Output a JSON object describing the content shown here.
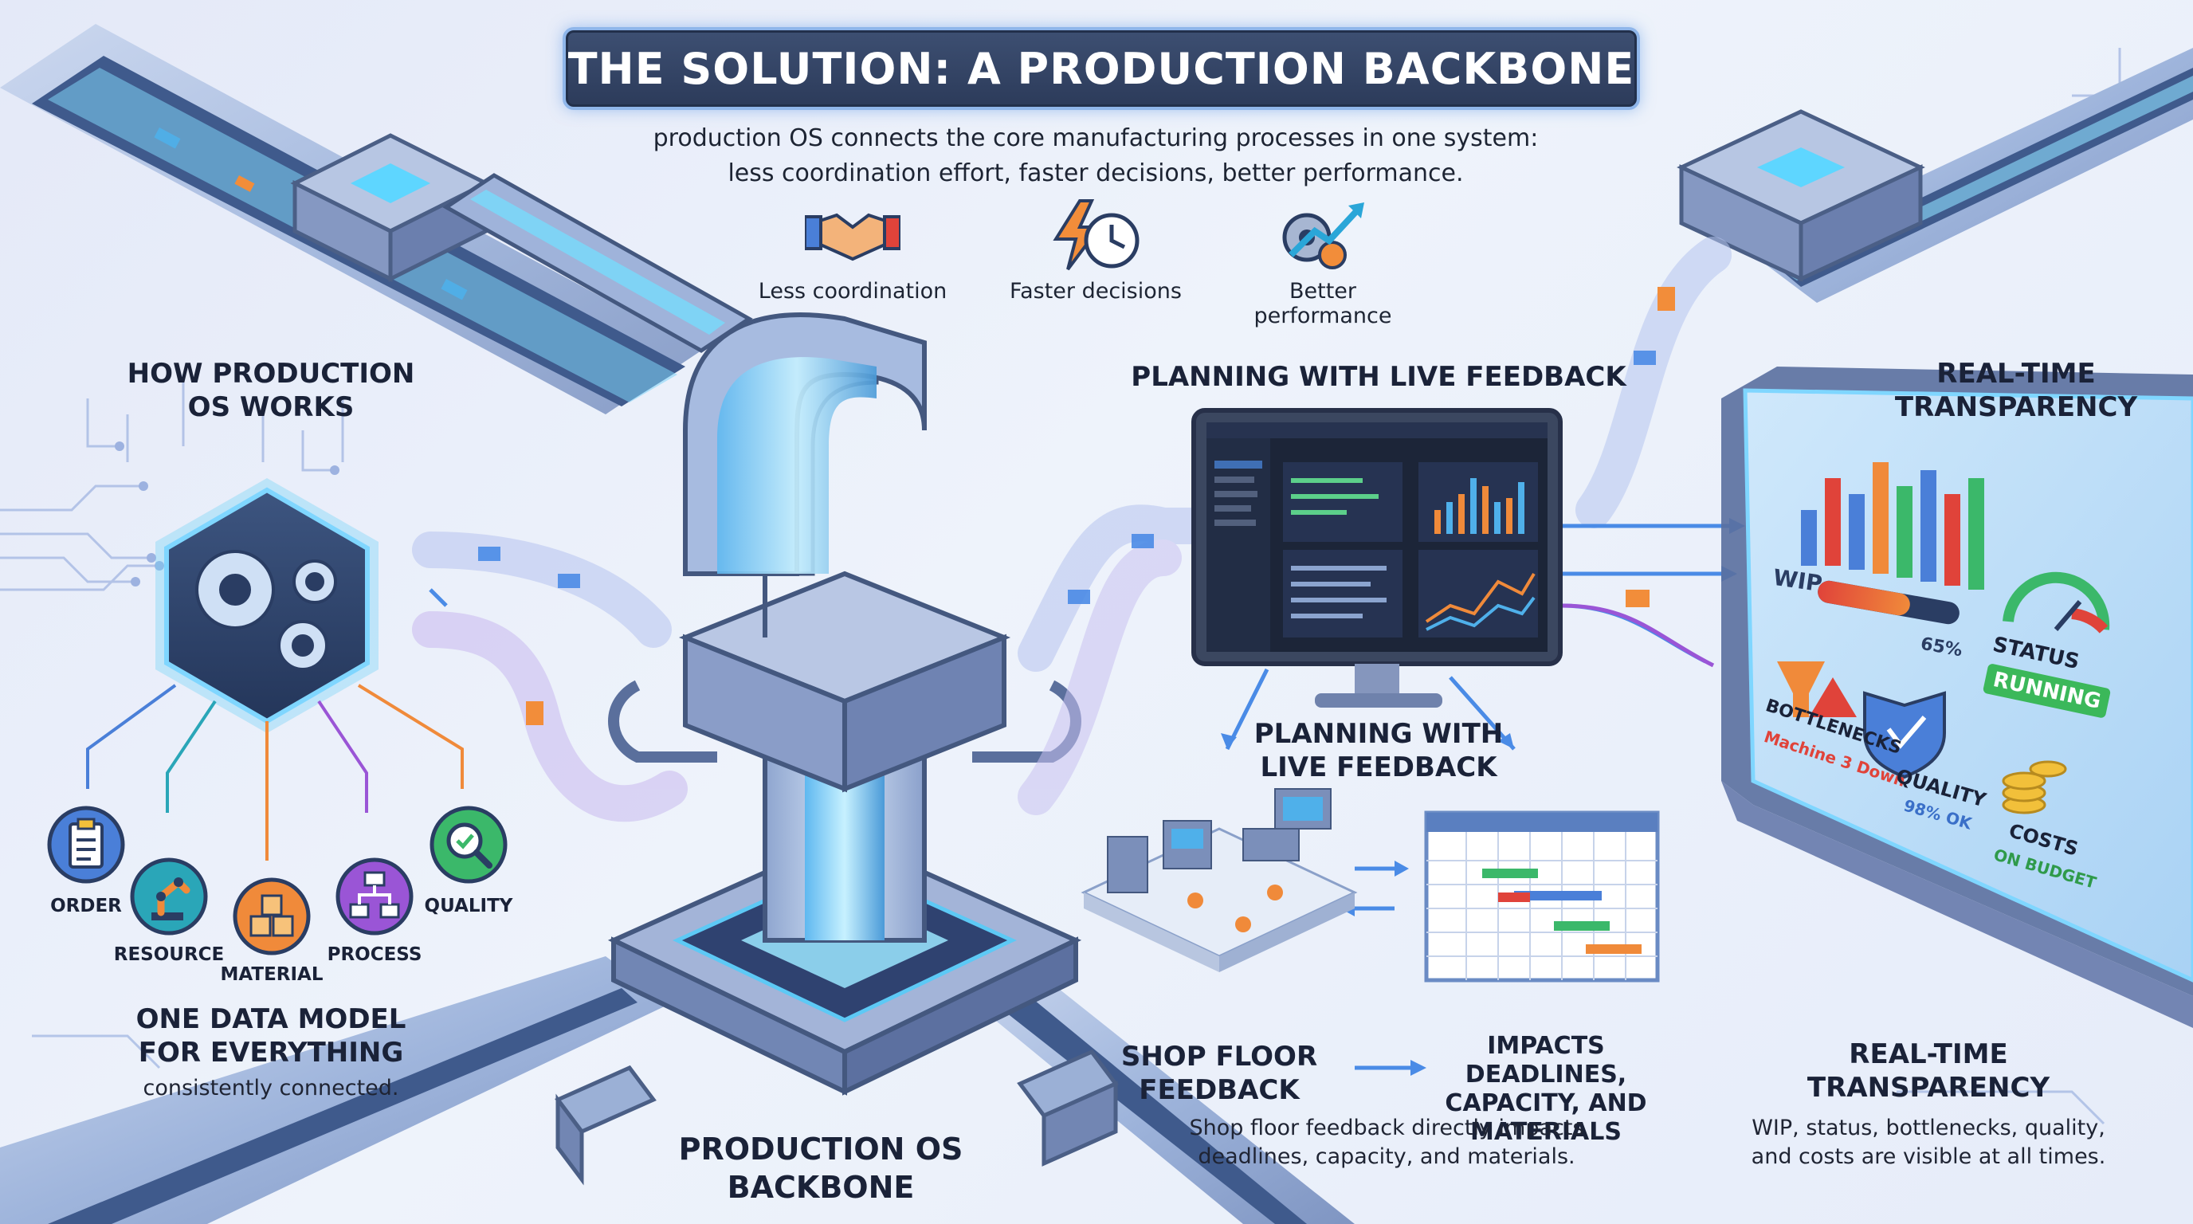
{
  "title": "THE SOLUTION: A PRODUCTION BACKBONE",
  "intro": {
    "line1": "production OS connects the core manufacturing processes in one system:",
    "line2": "less coordination effort, faster decisions, better performance."
  },
  "benefits": [
    {
      "label": "Less coordination",
      "icon": "handshake-icon"
    },
    {
      "label": "Faster decisions",
      "icon": "lightning-clock-icon"
    },
    {
      "label": "Better performance",
      "icon": "gear-growth-icon"
    }
  ],
  "how_it_works": {
    "heading_line1": "HOW PRODUCTION",
    "heading_line2": "OS WORKS",
    "nodes": [
      {
        "label": "ORDER",
        "icon": "clipboard-icon",
        "color": "#4a7fd8"
      },
      {
        "label": "RESOURCE",
        "icon": "robot-arm-icon",
        "color": "#2aa6b8"
      },
      {
        "label": "MATERIAL",
        "icon": "boxes-icon",
        "color": "#f08a3a"
      },
      {
        "label": "PROCESS",
        "icon": "flowchart-icon",
        "color": "#9a55d6"
      },
      {
        "label": "QUALITY",
        "icon": "magnifier-check-icon",
        "color": "#3bb86a"
      }
    ],
    "data_model_line1": "ONE DATA MODEL",
    "data_model_line2": "FOR EVERYTHING",
    "data_model_sub": "consistently connected."
  },
  "backbone": {
    "line1": "PRODUCTION OS",
    "line2": "BACKBONE"
  },
  "planning": {
    "heading": "PLANNING WITH LIVE FEEDBACK",
    "sub_line1": "PLANNING WITH",
    "sub_line2": "LIVE FEEDBACK"
  },
  "shop_floor": {
    "heading_line1": "SHOP FLOOR",
    "heading_line2": "FEEDBACK",
    "impacts_line1": "IMPACTS DEADLINES,",
    "impacts_line2": "CAPACITY, AND",
    "impacts_line3": "MATERIALS",
    "body_line1": "Shop floor feedback directly impacts",
    "body_line2": "deadlines, capacity, and materials."
  },
  "transparency": {
    "heading_line1": "REAL-TIME",
    "heading_line2": "TRANSPARENCY",
    "body_line1": "WIP, status, bottlenecks, quality,",
    "body_line2": "and costs are visible at all times."
  },
  "dashboard": {
    "wip_label": "WIP",
    "wip_value": "65%",
    "wip_fraction": 0.65,
    "status_label": "STATUS",
    "status_value": "RUNNING",
    "bottlenecks_label": "BOTTLENECKS",
    "bottlenecks_value": "Machine 3 Down",
    "quality_label": "QUALITY",
    "quality_value": "98% OK",
    "costs_label": "COSTS",
    "costs_value": "ON BUDGET"
  },
  "colors": {
    "accent_blue": "#4a8be6",
    "banner": "#34456a",
    "running_green": "#3bb85a",
    "alert_red": "#e0433a"
  }
}
